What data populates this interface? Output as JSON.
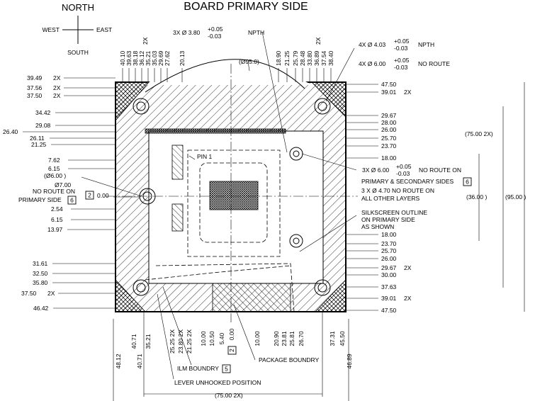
{
  "title": "BOARD PRIMARY SIDE",
  "compass": {
    "north": "NORTH",
    "south": "SOUTH",
    "west": "WEST",
    "east": "EAST"
  },
  "callouts": {
    "npth_top": "3X Ø 3.80",
    "npth_top_tol_plus": "+0.05",
    "npth_top_tol_minus": "-0.03",
    "npth_label": "NPTH",
    "npth_right": "4X Ø 4.03",
    "npth_right_tol_plus": "+0.05",
    "npth_right_tol_minus": "-0.03",
    "npth_right_label": "NPTH",
    "noroute_right": "4X Ø 6.00",
    "noroute_right_tol_plus": "+0.05",
    "noroute_right_tol_minus": "-0.03",
    "noroute_right_label": "NO ROUTE",
    "circle_dia": "(Ø95.0)",
    "pin1": "PIN 1",
    "mid_hole": "3X Ø 6.00",
    "mid_hole_tol_plus": "+0.05",
    "mid_hole_tol_minus": "-0.03",
    "mid_hole_label": "NO ROUTE ON",
    "mid_hole_line2": "PRIMARY & SECONDARY SIDES",
    "mid_hole_note": "6",
    "mid_hole_line3": "3 X  Ø 4.70 NO ROUTE ON",
    "mid_hole_line4": "ALL OTHER LAYERS",
    "silk_1": "SILKSCREEN OUTLINE",
    "silk_2": "ON PRIMARY SIDE",
    "silk_3": "AS SHOWN",
    "left_hole_1": "(Ø6.00 )",
    "left_hole_2": "Ø7.00",
    "left_hole_3": "NO ROUTE ON",
    "left_hole_4": "PRIMARY SIDE",
    "left_hole_note": "6",
    "left_zero_note": "2",
    "left_zero": "0.00",
    "bottom_zero_note": "2",
    "bottom_zero": "0.00",
    "ilm_label": "ILM BOUNDRY",
    "ilm_note": "5",
    "lever_label": "LEVER UNHOOKED POSITION",
    "package_label": "PACKAGE BOUNDRY"
  },
  "top_dims": [
    "40.10",
    "39.63",
    "38.18",
    "36.12",
    "35.21",
    "35.03",
    "29.69",
    "27.62",
    "20.13"
  ],
  "top_dims_2x": "2X",
  "top_right_dims": [
    "18.90",
    "21.25",
    "25.79",
    "28.48",
    "33.80",
    "36.89",
    "37.54",
    "38.40"
  ],
  "top_right_2x": "2X",
  "left_dims": [
    {
      "v": "39.49",
      "s": "2X"
    },
    {
      "v": "37.56",
      "s": "2X"
    },
    {
      "v": "37.50",
      "s": "2X"
    },
    {
      "v": "34.42",
      "s": ""
    },
    {
      "v": "29.08",
      "s": ""
    },
    {
      "v": "26.40",
      "s": ""
    },
    {
      "v": "26.11",
      "s": ""
    },
    {
      "v": "21.25",
      "s": ""
    },
    {
      "v": "7.62",
      "s": ""
    },
    {
      "v": "6.15",
      "s": ""
    },
    {
      "v": "2.54",
      "s": ""
    },
    {
      "v": "6.15",
      "s": ""
    },
    {
      "v": "13.97",
      "s": ""
    },
    {
      "v": "31.61",
      "s": ""
    },
    {
      "v": "32.50",
      "s": ""
    },
    {
      "v": "35.80",
      "s": ""
    },
    {
      "v": "37.50",
      "s": "2X"
    },
    {
      "v": "46.42",
      "s": ""
    }
  ],
  "right_dims": [
    {
      "v": "47.50",
      "s": ""
    },
    {
      "v": "39.01",
      "s": "2X"
    },
    {
      "v": "29.67",
      "s": ""
    },
    {
      "v": "28.00",
      "s": ""
    },
    {
      "v": "26.00",
      "s": ""
    },
    {
      "v": "25.70",
      "s": ""
    },
    {
      "v": "23.70",
      "s": ""
    },
    {
      "v": "18.00",
      "s": ""
    },
    {
      "v": "18.00",
      "s": ""
    },
    {
      "v": "23.70",
      "s": ""
    },
    {
      "v": "25.70",
      "s": ""
    },
    {
      "v": "26.00",
      "s": ""
    },
    {
      "v": "29.67",
      "s": "2X"
    },
    {
      "v": "30.00",
      "s": ""
    },
    {
      "v": "37.63",
      "s": ""
    },
    {
      "v": "39.01",
      "s": "2X"
    },
    {
      "v": "47.50",
      "s": ""
    }
  ],
  "overall_dims": {
    "w75": "(75.00  2X)",
    "h95": "(95.00 )",
    "h36": "(36.00 )",
    "bottom75": "(75.00  2X)"
  },
  "bottom_dims": [
    "48.12",
    "40.71",
    "40.71",
    "35.21",
    "25.25  2X",
    "23.80  2X",
    "21.25  2X",
    "10.00",
    "10.50",
    "5.40",
    "10.00",
    "20.90",
    "23.81",
    "25.81",
    "26.70",
    "37.31",
    "45.50",
    "46.89"
  ]
}
